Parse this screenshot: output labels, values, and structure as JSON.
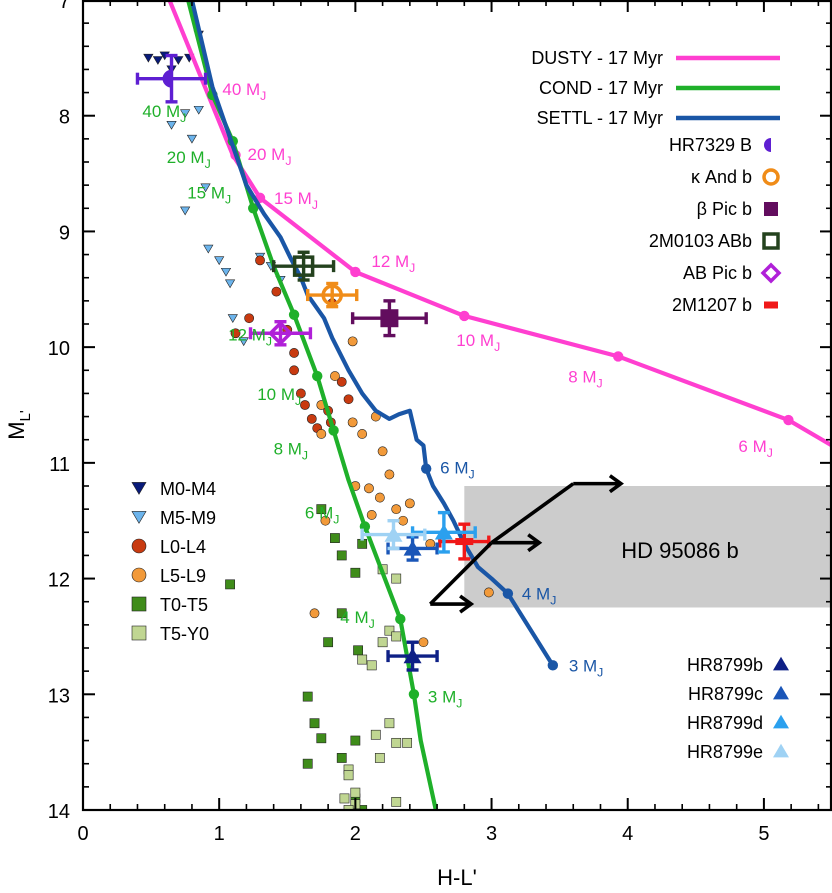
{
  "chart_data": {
    "type": "scatter",
    "title": "",
    "xlabel": "H-L'",
    "ylabel": "M_L'",
    "xlim": [
      0,
      5.5
    ],
    "ylim": [
      14,
      7
    ],
    "y_inverted": true,
    "grid": false,
    "x_ticks": [
      "0",
      "1",
      "2",
      "3",
      "4",
      "5"
    ],
    "y_ticks": [
      "7",
      "8",
      "9",
      "10",
      "11",
      "12",
      "13",
      "14"
    ],
    "colors": {
      "dusty": "#ff3fd0",
      "cond": "#1fb02a",
      "settl": "#1a56a6",
      "hr7329": "#5e1fd2",
      "kappa_and": "#f08c18",
      "beta_pic": "#620d5e",
      "m0103": "#24421e",
      "ab_pic": "#b020d8",
      "m1207": "#f01818",
      "m0m4": "#081a7a",
      "m5m9": "#6cb4ec",
      "l0l4": "#c83a10",
      "l5l9": "#f29a3a",
      "t0t5": "#3f8c1a",
      "t5y0": "#c0d692",
      "hr8799b": "#0e2086",
      "hr8799c": "#1a56b8",
      "hr8799d": "#2ba0ee",
      "hr8799e": "#9fd2f4",
      "region": "#cccccc"
    },
    "model_legend": [
      {
        "label": "DUSTY - 17 Myr",
        "color_key": "dusty"
      },
      {
        "label": "COND - 17 Myr",
        "color_key": "cond"
      },
      {
        "label": "SETTL - 17 Myr",
        "color_key": "settl"
      }
    ],
    "object_legend": [
      {
        "label": "HR7329 B",
        "marker": "half-circle",
        "color_key": "hr7329"
      },
      {
        "label": "κ And b",
        "marker": "open-circle",
        "color_key": "kappa_and"
      },
      {
        "label": "β Pic b",
        "marker": "square",
        "color_key": "beta_pic"
      },
      {
        "label": "2M0103 ABb",
        "marker": "open-square",
        "color_key": "m0103"
      },
      {
        "label": "AB Pic b",
        "marker": "open-diamond",
        "color_key": "ab_pic"
      },
      {
        "label": "2M1207 b",
        "marker": "bar",
        "color_key": "m1207"
      }
    ],
    "spectral_legend": [
      {
        "label": "M0-M4",
        "marker": "triangle-down",
        "color_key": "m0m4"
      },
      {
        "label": "M5-M9",
        "marker": "triangle-down",
        "color_key": "m5m9"
      },
      {
        "label": "L0-L4",
        "marker": "circle",
        "color_key": "l0l4"
      },
      {
        "label": "L5-L9",
        "marker": "circle",
        "color_key": "l5l9"
      },
      {
        "label": "T0-T5",
        "marker": "square",
        "color_key": "t0t5"
      },
      {
        "label": "T5-Y0",
        "marker": "square",
        "color_key": "t5y0"
      }
    ],
    "hr8799_legend": [
      {
        "label": "HR8799b",
        "color_key": "hr8799b"
      },
      {
        "label": "HR8799c",
        "color_key": "hr8799c"
      },
      {
        "label": "HR8799d",
        "color_key": "hr8799d"
      },
      {
        "label": "HR8799e",
        "color_key": "hr8799e"
      }
    ],
    "series": [
      {
        "name": "DUSTY - 17 Myr",
        "color_key": "dusty",
        "x": [
          0.6,
          1.1,
          1.3,
          2.0,
          2.8,
          3.93,
          5.18,
          5.5
        ],
        "y": [
          6.9,
          8.34,
          8.71,
          9.35,
          9.73,
          10.08,
          10.63,
          10.85
        ],
        "mass_points": [
          {
            "x": 0.95,
            "y": 7.82,
            "label": "40 M_J"
          },
          {
            "x": 1.12,
            "y": 8.34,
            "label": "20 M_J"
          },
          {
            "x": 1.3,
            "y": 8.71,
            "label": "15 M_J"
          },
          {
            "x": 2.0,
            "y": 9.35,
            "label": "12 M_J"
          },
          {
            "x": 2.8,
            "y": 9.73,
            "label": "10 M_J"
          },
          {
            "x": 3.93,
            "y": 10.08,
            "label": "8 M_J"
          },
          {
            "x": 5.18,
            "y": 10.63,
            "label": "6 M_J"
          }
        ]
      },
      {
        "name": "COND - 17 Myr",
        "color_key": "cond",
        "x": [
          0.75,
          0.95,
          1.1,
          1.25,
          1.4,
          1.55,
          1.72,
          1.84,
          1.95,
          2.07,
          2.2,
          2.33,
          2.43,
          2.48,
          2.6
        ],
        "y": [
          6.9,
          7.82,
          8.22,
          8.8,
          9.3,
          9.72,
          10.25,
          10.72,
          11.15,
          11.55,
          11.95,
          12.35,
          13.0,
          13.4,
          14.05
        ],
        "mass_points": [
          {
            "x": 0.95,
            "y": 7.82,
            "label": "40 M_J"
          },
          {
            "x": 1.1,
            "y": 8.22,
            "label": "20 M_J"
          },
          {
            "x": 1.25,
            "y": 8.8,
            "label": "15 M_J"
          },
          {
            "x": 1.55,
            "y": 9.72,
            "label": "12 M_J"
          },
          {
            "x": 1.72,
            "y": 10.25,
            "label": "10 M_J"
          },
          {
            "x": 1.84,
            "y": 10.72,
            "label": "8 M_J"
          },
          {
            "x": 2.07,
            "y": 11.55,
            "label": "6 M_J"
          },
          {
            "x": 2.33,
            "y": 12.35,
            "label": "4 M_J"
          },
          {
            "x": 2.43,
            "y": 13.0,
            "label": "3 M_J"
          }
        ]
      },
      {
        "name": "SETTL - 17 Myr",
        "color_key": "settl",
        "x": [
          0.78,
          0.95,
          1.2,
          1.33,
          1.45,
          1.52,
          1.6,
          1.65,
          1.77,
          1.83,
          1.95,
          2.05,
          2.15,
          2.25,
          2.32,
          2.4,
          2.45,
          2.5,
          2.52,
          2.57,
          2.65,
          2.72,
          2.8,
          2.9,
          3.0,
          3.12,
          3.45
        ],
        "y": [
          6.9,
          7.75,
          8.6,
          8.85,
          9.05,
          9.22,
          9.4,
          9.55,
          9.75,
          9.92,
          10.2,
          10.4,
          10.55,
          10.62,
          10.58,
          10.55,
          10.8,
          10.85,
          11.05,
          11.2,
          11.35,
          11.5,
          11.7,
          11.9,
          12.0,
          12.13,
          12.75
        ],
        "mass_points": [
          {
            "x": 2.52,
            "y": 11.05,
            "label": "6 M_J"
          },
          {
            "x": 3.12,
            "y": 12.13,
            "label": "4 M_J"
          },
          {
            "x": 3.45,
            "y": 12.75,
            "label": "3 M_J"
          }
        ]
      }
    ],
    "objects": [
      {
        "name": "HR7329 B",
        "color_key": "hr7329",
        "x": 0.65,
        "y": 7.68,
        "xerr": 0.25,
        "yerr": 0.2
      },
      {
        "name": "κ And b",
        "color_key": "kappa_and",
        "x": 1.83,
        "y": 9.55,
        "xerr": 0.18,
        "yerr": 0.1
      },
      {
        "name": "β Pic b",
        "color_key": "beta_pic",
        "x": 2.25,
        "y": 9.75,
        "xerr": 0.27,
        "yerr": 0.15
      },
      {
        "name": "2M0103 ABb",
        "color_key": "m0103",
        "x": 1.62,
        "y": 9.3,
        "xerr": 0.22,
        "yerr": 0.12
      },
      {
        "name": "AB Pic b",
        "color_key": "ab_pic",
        "x": 1.45,
        "y": 9.88,
        "xerr": 0.22,
        "yerr": 0.1
      },
      {
        "name": "2M1207 b",
        "color_key": "m1207",
        "x": 2.8,
        "y": 11.68,
        "xerr": 0.18,
        "yerr": 0.15
      },
      {
        "name": "HR8799b",
        "color_key": "hr8799b",
        "x": 2.42,
        "y": 12.67,
        "xerr": 0.18,
        "yerr": 0.12
      },
      {
        "name": "HR8799c",
        "color_key": "hr8799c",
        "x": 2.42,
        "y": 11.74,
        "xerr": 0.18,
        "yerr": 0.1
      },
      {
        "name": "HR8799d",
        "color_key": "hr8799d",
        "x": 2.65,
        "y": 11.6,
        "xerr": 0.23,
        "yerr": 0.17
      },
      {
        "name": "HR8799e",
        "color_key": "hr8799e",
        "x": 2.28,
        "y": 11.62,
        "xerr": 0.23,
        "yerr": 0.12
      }
    ],
    "field_dwarfs": {
      "m0m4": [
        [
          0.48,
          7.5
        ],
        [
          0.55,
          7.52
        ],
        [
          0.6,
          7.48
        ],
        [
          0.65,
          7.6
        ],
        [
          0.7,
          7.52
        ],
        [
          0.78,
          7.5
        ],
        [
          0.85,
          7.3
        ]
      ],
      "m5m9": [
        [
          0.65,
          8.08
        ],
        [
          0.75,
          7.98
        ],
        [
          0.8,
          8.2
        ],
        [
          0.85,
          7.95
        ],
        [
          0.75,
          8.82
        ],
        [
          0.9,
          8.62
        ],
        [
          0.92,
          9.15
        ],
        [
          1.0,
          9.25
        ],
        [
          1.05,
          9.35
        ],
        [
          1.08,
          9.45
        ],
        [
          1.1,
          9.75
        ],
        [
          1.18,
          9.95
        ],
        [
          1.3,
          9.22
        ],
        [
          1.45,
          9.42
        ],
        [
          1.38,
          9.3
        ]
      ],
      "l0l4": [
        [
          1.12,
          9.88
        ],
        [
          1.22,
          9.75
        ],
        [
          1.3,
          9.25
        ],
        [
          1.42,
          9.52
        ],
        [
          1.5,
          9.85
        ],
        [
          1.55,
          10.05
        ],
        [
          1.55,
          10.2
        ],
        [
          1.6,
          10.4
        ],
        [
          1.63,
          10.5
        ],
        [
          1.68,
          10.62
        ],
        [
          1.72,
          10.7
        ],
        [
          1.8,
          10.55
        ],
        [
          1.82,
          10.65
        ],
        [
          1.9,
          10.3
        ],
        [
          1.95,
          10.45
        ],
        [
          1.83,
          9.62
        ]
      ],
      "l5l9": [
        [
          1.75,
          10.5
        ],
        [
          1.85,
          10.25
        ],
        [
          1.98,
          10.65
        ],
        [
          2.05,
          10.75
        ],
        [
          2.15,
          10.6
        ],
        [
          2.2,
          10.9
        ],
        [
          2.25,
          11.1
        ],
        [
          2.18,
          11.3
        ],
        [
          2.3,
          11.4
        ],
        [
          2.35,
          11.5
        ],
        [
          2.4,
          11.35
        ],
        [
          2.1,
          11.22
        ],
        [
          2.0,
          11.2
        ],
        [
          1.98,
          9.95
        ],
        [
          1.75,
          10.75
        ],
        [
          1.7,
          12.3
        ],
        [
          2.55,
          11.7
        ],
        [
          2.98,
          12.12
        ],
        [
          2.5,
          12.55
        ],
        [
          1.78,
          11.5
        ],
        [
          2.12,
          11.45
        ]
      ],
      "t0t5": [
        [
          1.75,
          11.4
        ],
        [
          1.85,
          11.65
        ],
        [
          1.9,
          11.8
        ],
        [
          2.0,
          11.95
        ],
        [
          2.05,
          11.7
        ],
        [
          1.9,
          12.3
        ],
        [
          1.8,
          12.55
        ],
        [
          1.08,
          12.05
        ],
        [
          2.02,
          12.62
        ],
        [
          1.65,
          13.02
        ],
        [
          1.7,
          13.25
        ],
        [
          1.75,
          13.38
        ],
        [
          2.0,
          13.4
        ],
        [
          1.65,
          13.6
        ],
        [
          1.9,
          13.55
        ],
        [
          2.0,
          13.9
        ],
        [
          2.05,
          14.0
        ]
      ],
      "t5y0": [
        [
          2.2,
          11.92
        ],
        [
          2.3,
          12.0
        ],
        [
          2.05,
          12.7
        ],
        [
          2.12,
          12.75
        ],
        [
          2.2,
          12.55
        ],
        [
          2.25,
          12.45
        ],
        [
          2.3,
          12.5
        ],
        [
          1.95,
          13.65
        ],
        [
          1.92,
          13.9
        ],
        [
          1.95,
          13.7
        ],
        [
          2.15,
          13.35
        ],
        [
          2.3,
          13.42
        ],
        [
          2.18,
          13.55
        ],
        [
          2.25,
          13.25
        ],
        [
          2.38,
          13.42
        ],
        [
          2.0,
          13.95
        ],
        [
          2.3,
          13.93
        ],
        [
          1.95,
          14.0
        ],
        [
          2.0,
          13.85
        ]
      ]
    },
    "region": {
      "label": "HD 95086 b",
      "x_range": [
        2.8,
        5.5
      ],
      "y_range": [
        11.2,
        12.25
      ],
      "color_key": "region"
    },
    "arrows": [
      {
        "x0": 3.6,
        "y0": 11.18,
        "x1": 3.95,
        "y1": 11.18
      },
      {
        "x0": 3.0,
        "y0": 11.69,
        "x1": 3.35,
        "y1": 11.69
      },
      {
        "x0": 2.55,
        "y0": 12.22,
        "x1": 2.85,
        "y1": 12.22
      }
    ],
    "connectors": [
      {
        "x0": 3.0,
        "y0": 11.69,
        "x1": 3.6,
        "y1": 11.18
      },
      {
        "x0": 2.55,
        "y0": 12.22,
        "x1": 3.0,
        "y1": 11.69
      },
      {
        "x0": 3.6,
        "y0": 11.18,
        "x1": 3.6,
        "y1": 11.18
      }
    ]
  }
}
